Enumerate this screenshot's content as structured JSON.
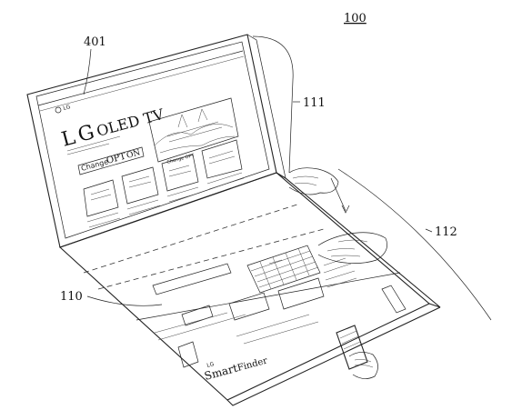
{
  "labels": {
    "device_ref": "100",
    "screen_ref": "401",
    "upper_panel_ref": "111",
    "lower_panel_ref": "112",
    "base_ref": "110"
  },
  "screen_content": {
    "brand": "L",
    "brand2": "G",
    "title": "OLED TV",
    "button_change": "Change",
    "button_option": "OPT",
    "button_option_tail": "ON",
    "tile_label": "Change OPT",
    "footer_brand": "LG",
    "footer_title": "Smart",
    "footer_sub": "Finder"
  },
  "colors": {
    "ink": "#222222",
    "paper": "#ffffff"
  }
}
